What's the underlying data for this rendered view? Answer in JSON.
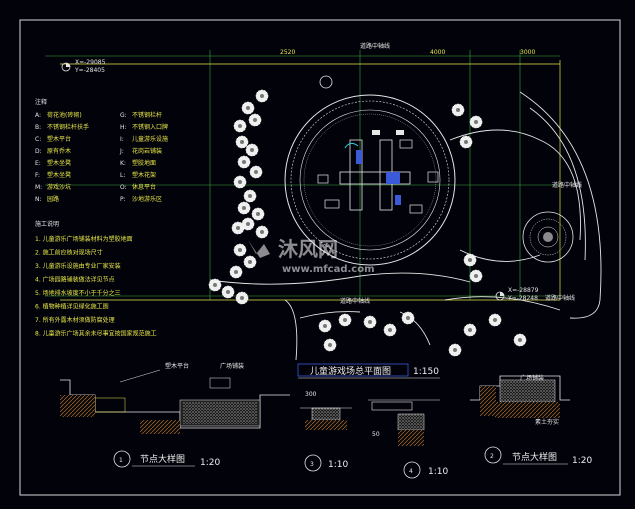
{
  "drawing": {
    "legend_heading": "注释",
    "legend_items": [
      {
        "key": "A:",
        "text": "荷花池(砖砌)"
      },
      {
        "key": "B:",
        "text": "不锈钢栏杆扶手"
      },
      {
        "key": "C:",
        "text": "塑木平台"
      },
      {
        "key": "D:",
        "text": "原有乔木"
      },
      {
        "key": "E:",
        "text": "塑木坐凳"
      },
      {
        "key": "F:",
        "text": "塑木坐凳"
      },
      {
        "key": "M:",
        "text": "游戏沙坑"
      },
      {
        "key": "N:",
        "text": "园路"
      },
      {
        "key": "G:",
        "text": "不锈钢栏杆"
      },
      {
        "key": "H:",
        "text": "不锈钢入口牌"
      },
      {
        "key": "I:",
        "text": "儿童游乐设施"
      },
      {
        "key": "J:",
        "text": "花岗岩铺装"
      },
      {
        "key": "K:",
        "text": "塑胶地面"
      },
      {
        "key": "L:",
        "text": "塑木花架"
      },
      {
        "key": "O:",
        "text": "休息平台"
      },
      {
        "key": "P:",
        "text": "沙地游乐区"
      }
    ],
    "notes_heading": "施工说明",
    "notes": [
      "1. 儿童游乐广场铺装材料为塑胶地面",
      "2. 施工前应核对现场尺寸",
      "3. 儿童游乐设施由专业厂家安装",
      "4. 广场园路铺装做法详见节点",
      "5. 场地排水坡度不小于千分之三",
      "6. 植物种植详见绿化施工图",
      "7. 所有外露木材须做防腐处理",
      "8. 儿童游乐广场其余未尽事宜按国家规范施工"
    ],
    "top_road_label": "道路中轴线",
    "bottom_road_label": "道路中轴线",
    "right_road_label_1": "道路中轴线",
    "right_road_label_2": "道路中轴线",
    "coord_top_x": "X=-29085",
    "coord_top_y": "Y=-28405",
    "coord_bottom_x": "X=-28879",
    "coord_bottom_y": "Y=-28248",
    "plan_title": "儿童游戏场总平面图",
    "plan_scale": "1:150",
    "detail1_number": "1",
    "detail1_title": "节点大样图",
    "detail1_scale": "1:20",
    "detail3_number": "3",
    "detail3_scale": "1:10",
    "detail4_number": "4",
    "detail4_scale": "1:10",
    "detail2_number": "2",
    "detail2_title": "节点大样图",
    "detail2_scale": "1:20",
    "watermark_brand": "沐风网",
    "watermark_url": "www.mfcad.com"
  },
  "colors": {
    "background": "#02020a",
    "yellow": "#e8e84a",
    "cyan": "#28d6d6",
    "white": "#e6e6e6",
    "green": "#3aa83a"
  }
}
